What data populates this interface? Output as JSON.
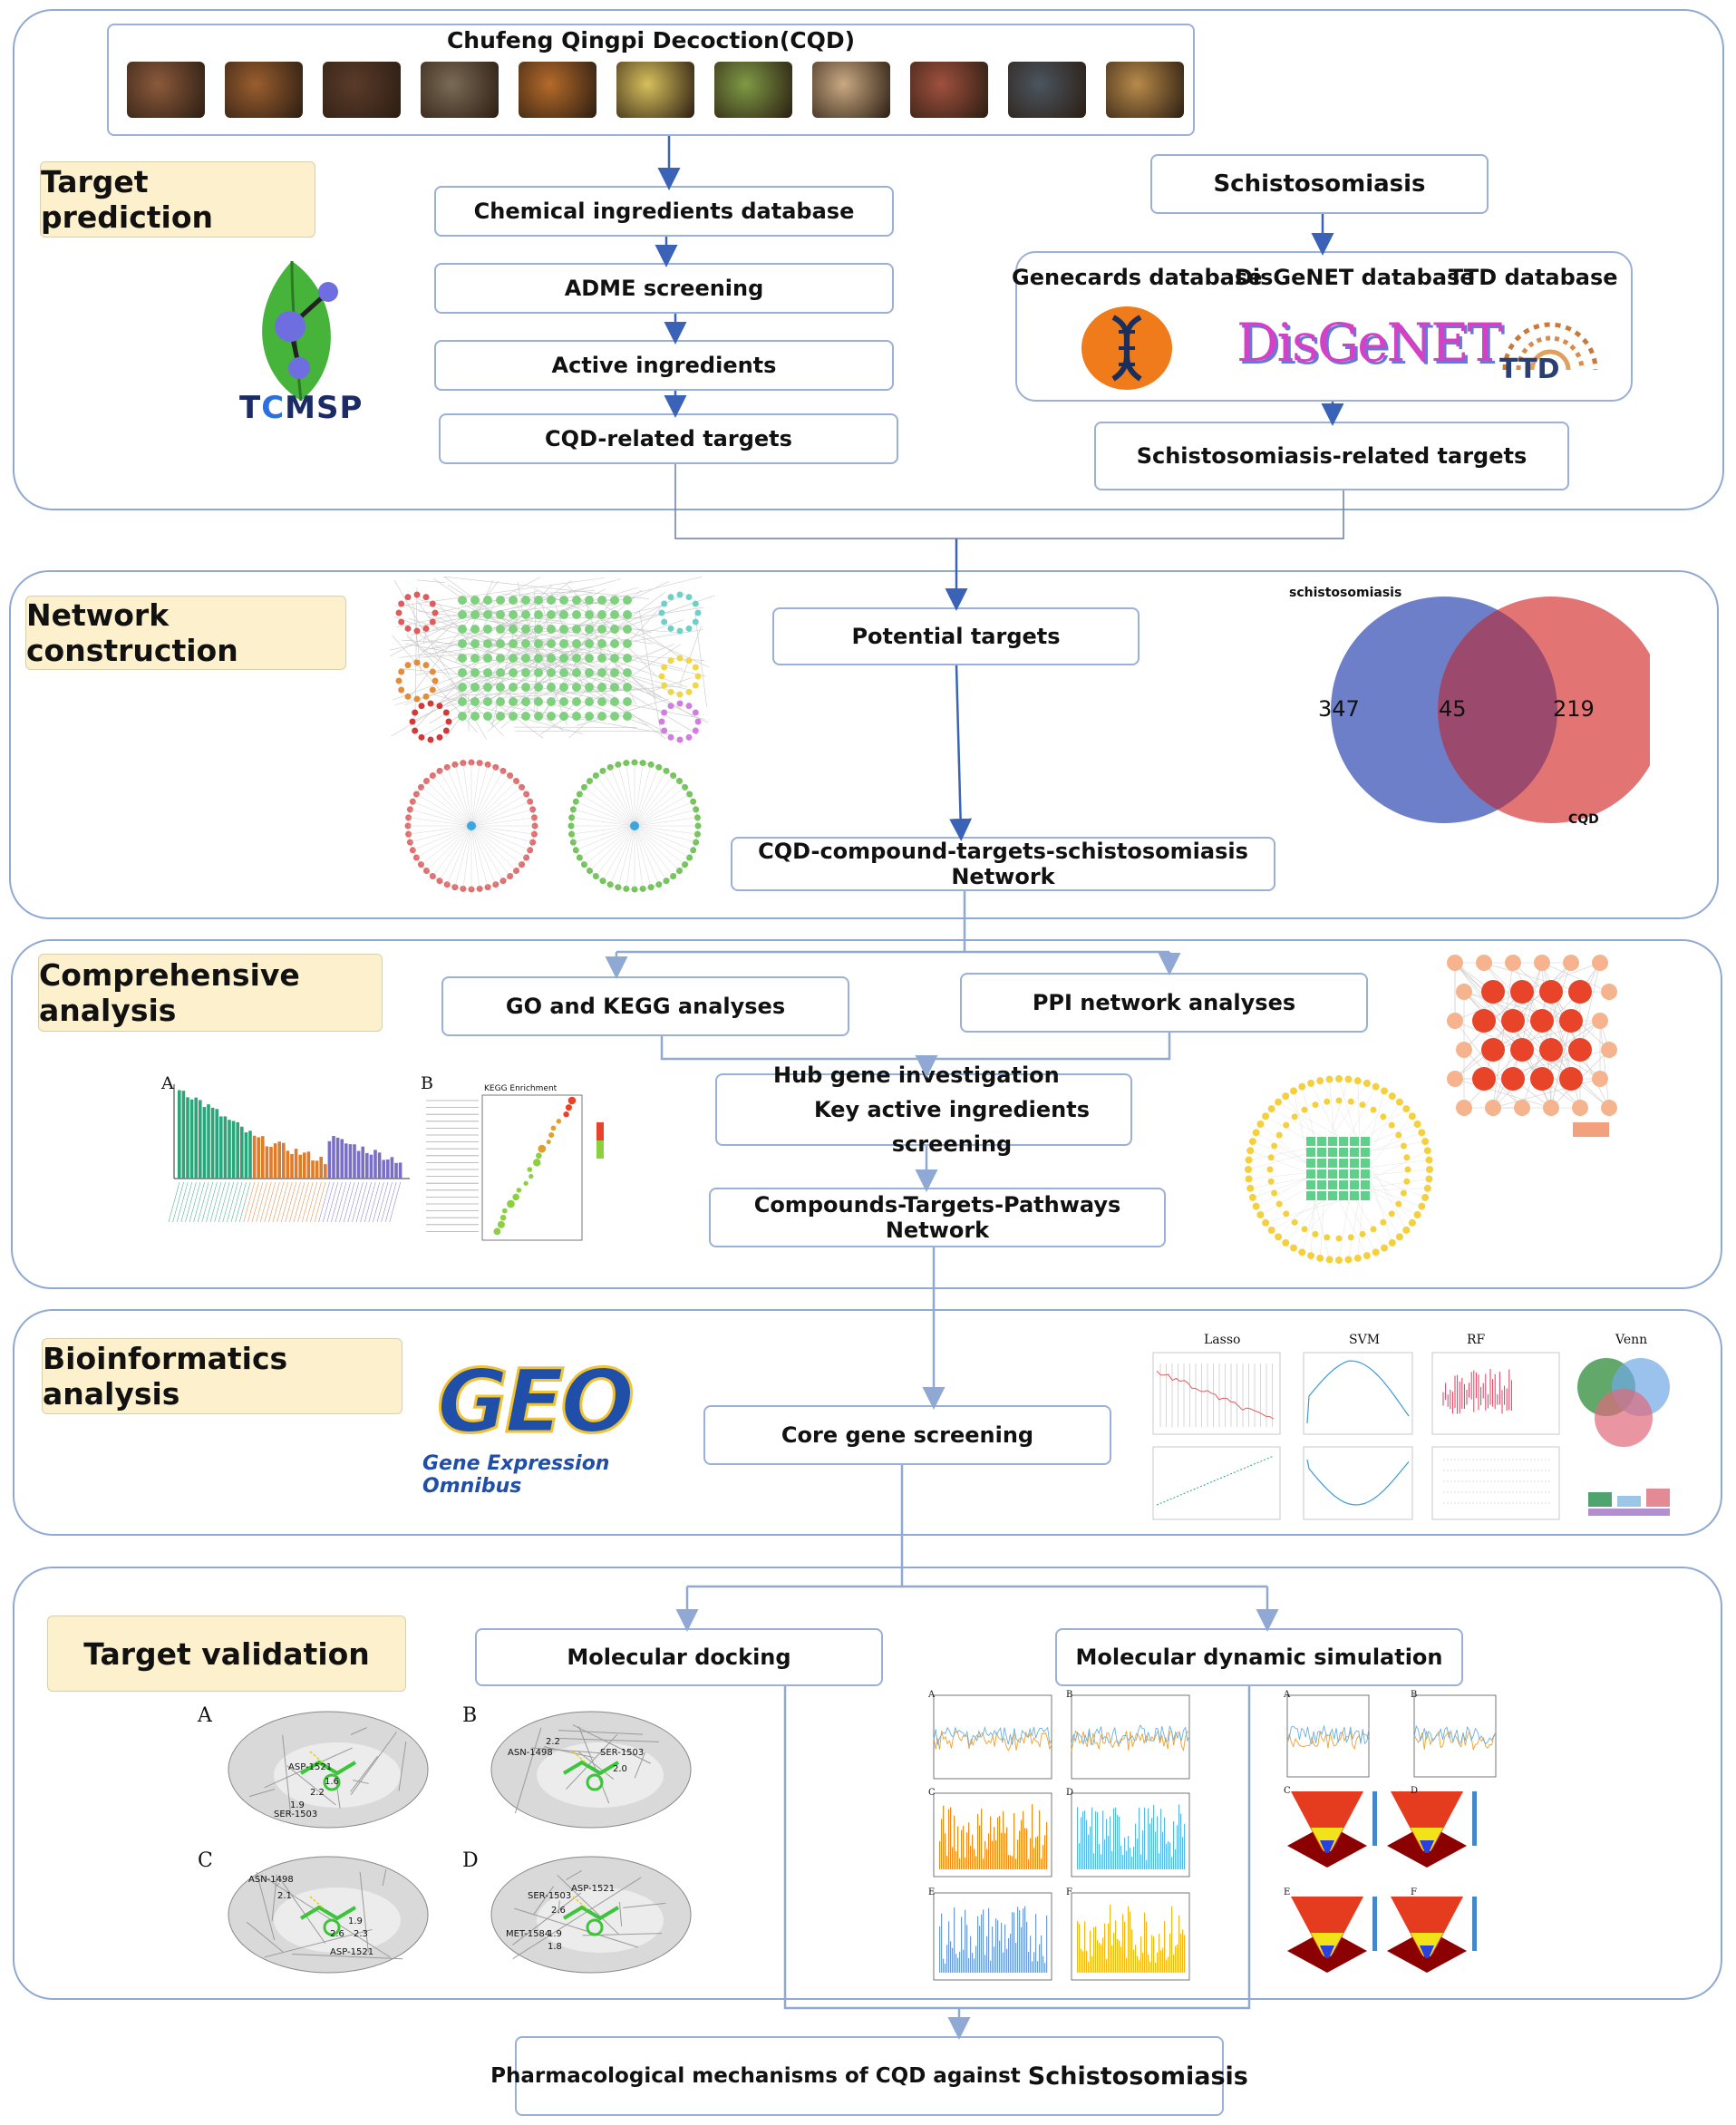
{
  "header": {
    "title": "Chufeng Qingpi Decoction(CQD)"
  },
  "herbs": [
    {
      "color": "#8b5a3c"
    },
    {
      "color": "#9a5e2f"
    },
    {
      "color": "#5b3b2a"
    },
    {
      "color": "#7a6a55"
    },
    {
      "color": "#b56a2a"
    },
    {
      "color": "#d6bf5c"
    },
    {
      "color": "#7e9a45"
    },
    {
      "color": "#c9a982"
    },
    {
      "color": "#a0503e"
    },
    {
      "color": "#4b5560"
    },
    {
      "color": "#b88a4a"
    }
  ],
  "sections": {
    "target_prediction": {
      "tag": "Target prediction",
      "tcmsp": {
        "logo_text_a": "T",
        "logo_text_c": "C",
        "logo_text_b": "MSP"
      },
      "steps": [
        "Chemical ingredients database",
        "ADME screening",
        "Active ingredients",
        "CQD-related targets"
      ],
      "disease": "Schistosomiasis",
      "databases": [
        "Genecards database",
        "DisGeNET database",
        "TTD database"
      ],
      "disgenet_logo": "DisGeNET",
      "ttd_logo": "TTD",
      "disease_targets": "Schistosomiasis-related targets"
    },
    "network_construction": {
      "tag": "Network construction",
      "potential": "Potential targets",
      "network": "CQD-compound-targets-schistosomiasis Network",
      "venn": {
        "left_label": "schistosomiasis",
        "right_label": "CQD",
        "left_only": "347",
        "both": "45",
        "right_only": "219",
        "left_color": "#6d7fc9",
        "right_color": "#e37474",
        "overlap_color": "#9b4a6d"
      }
    },
    "comprehensive_analysis": {
      "tag": "Comprehensive analysis",
      "go_kegg": "GO and KEGG analyses",
      "ppi": "PPI network analyses",
      "hub_line1": "Hub gene investigation",
      "hub_line2": "Key active ingredients screening",
      "ctp": "Compounds-Targets-Pathways Network",
      "panel_a": "A",
      "panel_b": "B",
      "kegg_title": "KEGG Enrichment"
    },
    "bioinformatics": {
      "tag": "Bioinformatics analysis",
      "geo_logo": "GEO",
      "geo_sub": "Gene Expression Omnibus",
      "core": "Core gene screening",
      "ml_titles": [
        "Lasso",
        "SVM",
        "RF",
        "Venn"
      ]
    },
    "target_validation": {
      "tag": "Target validation",
      "docking": "Molecular docking",
      "md": "Molecular dynamic simulation",
      "dock_panels": [
        "A",
        "B",
        "C",
        "D"
      ],
      "md_panels": [
        "A",
        "B",
        "C",
        "D",
        "E",
        "F"
      ],
      "md_panels2": [
        "A",
        "B",
        "C",
        "D",
        "E",
        "F"
      ],
      "residues": {
        "a": [
          "ASP-1521",
          "1.6",
          "2.2",
          "1.9",
          "SER-1503"
        ],
        "b": [
          "2.2",
          "ASN-1498",
          "SER-1503",
          "2.0"
        ],
        "c": [
          "ASN-1498",
          "2.1",
          "1.9",
          "2.6",
          "2.3",
          "ASP-1521"
        ],
        "d": [
          "SER-1503",
          "ASP-1521",
          "2.6",
          "MET-1584",
          "1.9",
          "1.8"
        ]
      }
    }
  },
  "conclusion": {
    "prefix": "Pharmacological mechanisms of CQD against ",
    "emph": "Schistosomiasis"
  }
}
